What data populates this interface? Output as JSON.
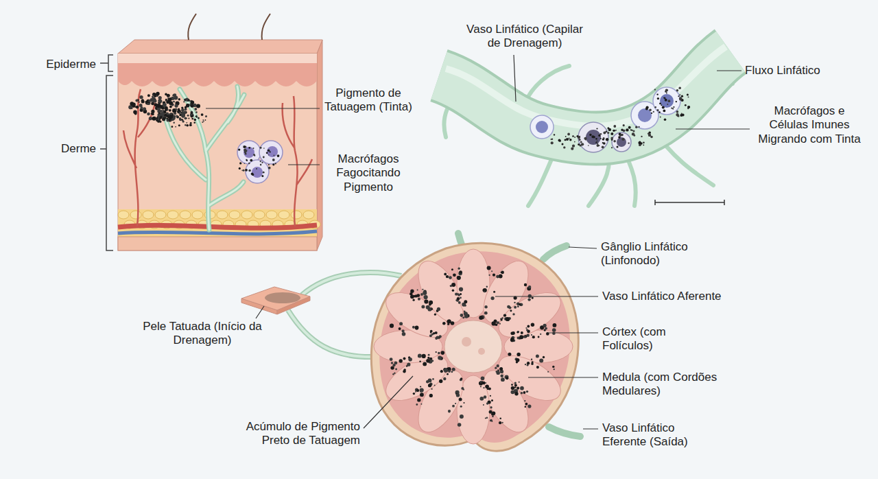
{
  "diagram": {
    "labels": [
      "Epiderme",
      "Derme",
      "Pigmento de Tatuagem (Tinta)",
      "Macrófagos Fagocitando Pigmento",
      "Vaso Linfático (Capilar de Drenagem)",
      "Fluxo Linfático",
      "Macrófagos e Células Imunes Migrando com Tinta",
      "Gânglio Linfático (Linfonodo)",
      "Vaso Linfático Aferente",
      "Córtex (com Folículos)",
      "Medula (com Cordões Medulares)",
      "Vaso Linfático Eferente (Saída)",
      "Pele Tatuada (Início da Drenagem)",
      "Acúmulo de Pigmento Preto de Tatuagem"
    ]
  }
}
